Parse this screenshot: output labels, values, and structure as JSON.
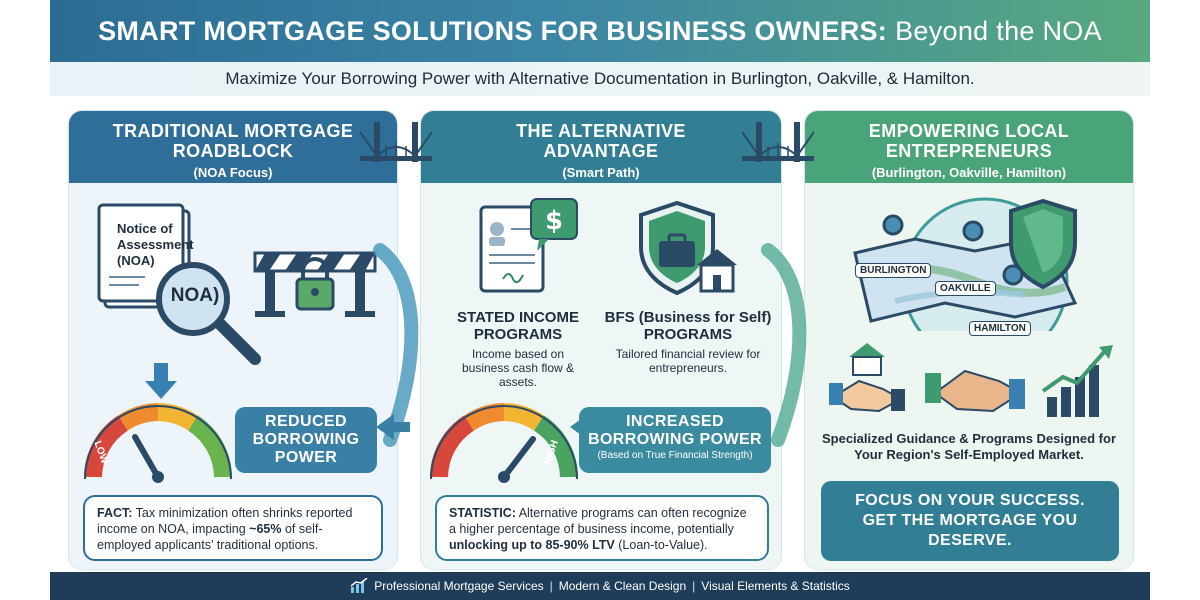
{
  "header": {
    "title_bold": "SMART MORTGAGE SOLUTIONS FOR BUSINESS OWNERS:",
    "title_light": "Beyond the NOA"
  },
  "subtitle": "Maximize Your Borrowing Power with Alternative Documentation in Burlington, Oakville, & Hamilton.",
  "panels": {
    "traditional": {
      "title": "TRADITIONAL MORTGAGE ROADBLOCK",
      "subtitle": "(NOA Focus)",
      "doc_label": "Notice of Assessment (NOA)",
      "magnifier_label": "NOA)",
      "gauge_low": "LOW",
      "callout": "REDUCED BORROWING POWER",
      "fact_label": "FACT:",
      "fact_text_1": "Tax minimization often shrinks reported income on NOA, impacting",
      "fact_stat": "~65%",
      "fact_text_2": "of self-employed applicants’ traditional options.",
      "gauge_level": 0.15
    },
    "alternative": {
      "title": "THE ALTERNATIVE ADVANTAGE",
      "subtitle": "(Smart Path)",
      "program1_title": "STATED INCOME PROGRAMS",
      "program1_desc": "Income based on business cash flow & assets.",
      "program2_title": "BFS (Business for Self) PROGRAMS",
      "program2_desc": "Tailored financial review for entrepreneurs.",
      "gauge_high": "HIGH",
      "callout": "INCREASED BORROWING POWER",
      "callout_sub": "(Based on True Financial Strength)",
      "stat_label": "STATISTIC:",
      "stat_text": "Alternative programs can often recognize a higher percentage of business income, potentially",
      "stat_bold": "unlocking up to 85-90% LTV",
      "stat_tail": "(Loan-to-Value).",
      "gauge_level": 0.85
    },
    "local": {
      "title": "EMPOWERING LOCAL ENTREPRENEURS",
      "subtitle": "(Burlington, Oakville, Hamilton)",
      "map_labels": [
        "BURLINGTON",
        "OAKVILLE",
        "HAMILTON"
      ],
      "desc": "Specialized Guidance & Programs Designed for Your Region's Self-Employed Market.",
      "cta": "FOCUS ON YOUR SUCCESS. GET THE MORTGAGE YOU DESERVE."
    }
  },
  "footer": {
    "items": [
      "Professional Mortgage Services",
      "Modern & Clean Design",
      "Visual Elements & Statistics"
    ]
  },
  "colors": {
    "blue": "#2f6e99",
    "teal": "#327f95",
    "green": "#4aa47a",
    "navy": "#1f3d58"
  }
}
